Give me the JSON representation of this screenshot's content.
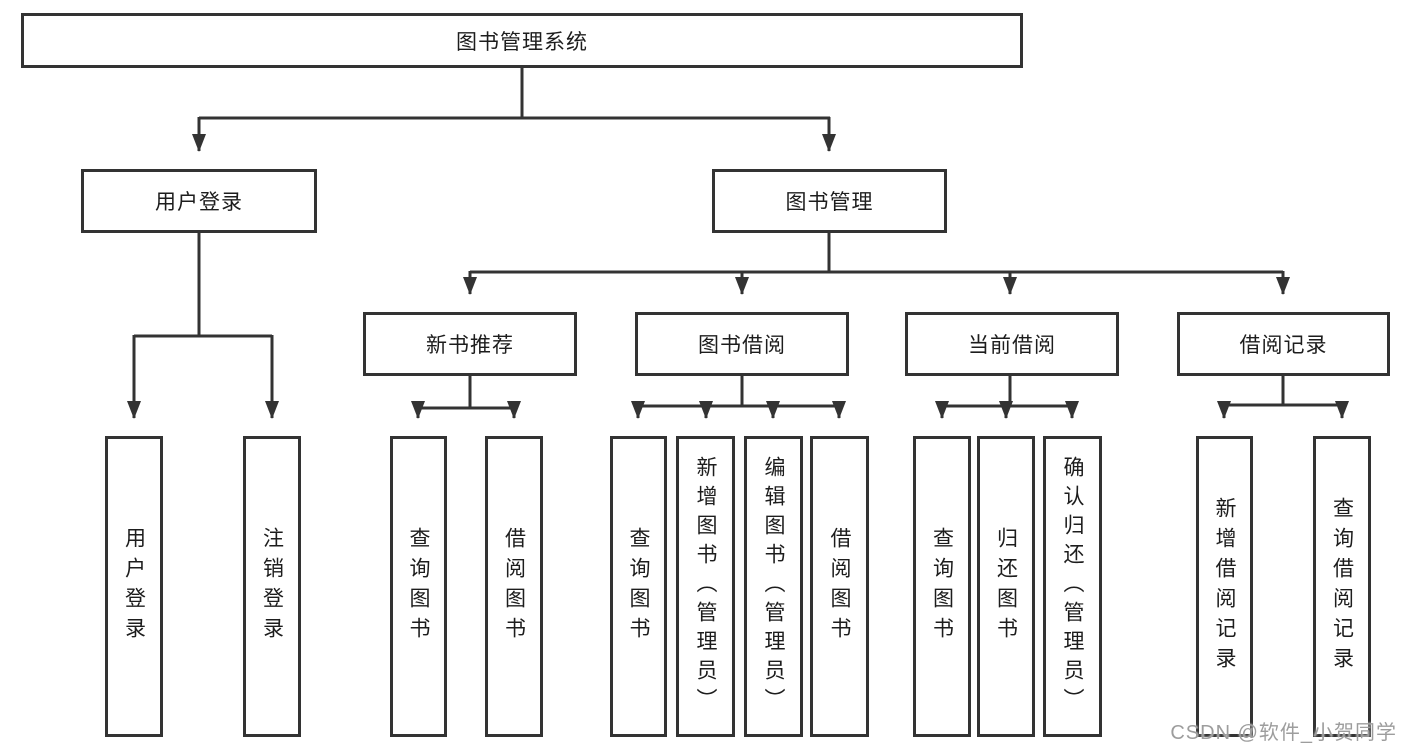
{
  "diagram_type": "hierarchy-tree",
  "colors": {
    "line": "#333333",
    "box_border": "#333333",
    "box_fill": "#ffffff",
    "text": "#1d1d1d",
    "watermark_text": "#9d9d9d",
    "background": "#ffffff"
  },
  "tree": {
    "label": "图书管理系统",
    "children": [
      {
        "label": "用户登录",
        "children": [
          {
            "label": "用户登录"
          },
          {
            "label": "注销登录"
          }
        ]
      },
      {
        "label": "图书管理",
        "children": [
          {
            "label": "新书推荐",
            "children": [
              {
                "label": "查询图书"
              },
              {
                "label": "借阅图书"
              }
            ]
          },
          {
            "label": "图书借阅",
            "children": [
              {
                "label": "查询图书"
              },
              {
                "label": "新增图书（管理员）"
              },
              {
                "label": "编辑图书（管理员）"
              },
              {
                "label": "借阅图书"
              }
            ]
          },
          {
            "label": "当前借阅",
            "children": [
              {
                "label": "查询图书"
              },
              {
                "label": "归还图书"
              },
              {
                "label": "确认归还（管理员）"
              }
            ]
          },
          {
            "label": "借阅记录",
            "children": [
              {
                "label": "新增借阅记录"
              },
              {
                "label": "查询借阅记录"
              }
            ]
          }
        ]
      }
    ]
  },
  "watermark": {
    "text": "CSDN @软件_小贺同学"
  }
}
